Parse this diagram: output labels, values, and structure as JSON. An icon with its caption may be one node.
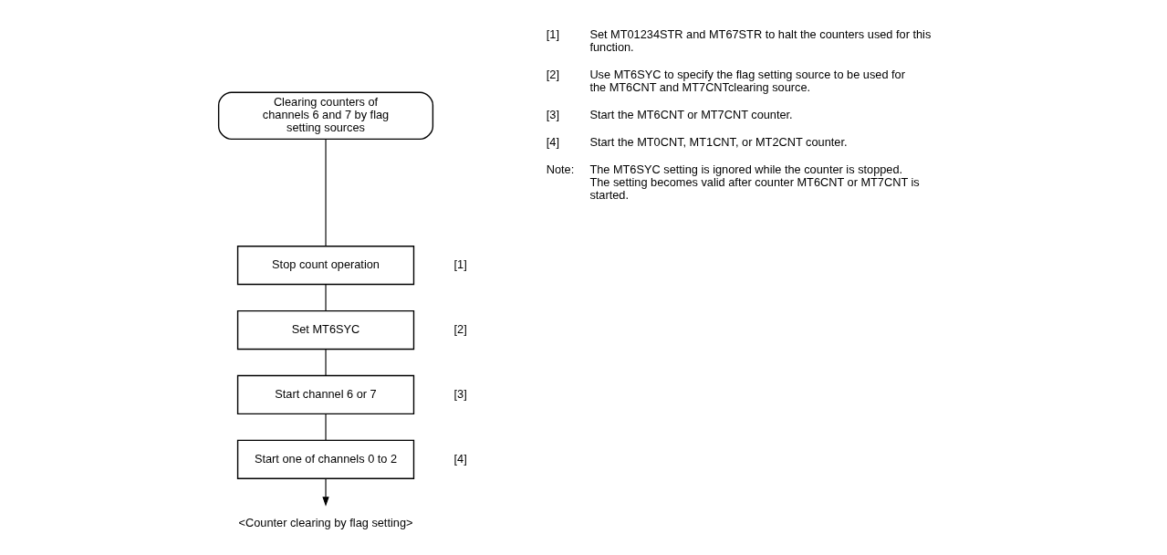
{
  "diagram": {
    "nodes": [
      {
        "text": [
          "Clearing counters of channels 6 and 7 by flag setting sources"
        ]
      },
      {
        "text": [
          "Stop count operation"
        ],
        "beside": [
          "[1]"
        ]
      },
      {
        "text": [
          "Set MT6SYC"
        ],
        "beside": [
          "[2]"
        ]
      },
      {
        "text": [
          "Start channel 6 or 7"
        ],
        "beside": [
          "[3]"
        ]
      },
      {
        "text": [
          "Start one of channels 0 to 2"
        ],
        "beside": [
          "[4]"
        ]
      },
      {
        "text": [
          "<Counter clearing by flag setting>"
        ]
      }
    ],
    "edges": [
      {
        "from": 0,
        "to": 1,
        "arrow": "none"
      },
      {
        "from": 1,
        "to": 2,
        "arrow": "none"
      },
      {
        "from": 2,
        "to": 3,
        "arrow": "none"
      },
      {
        "from": 3,
        "to": 4,
        "arrow": "none"
      },
      {
        "from": 4,
        "to": 5,
        "arrow": "to"
      }
    ],
    "labels": [
      "[1]",
      "Set MT01234STR and MT67STR to halt the counters used for this function.",
      "[2]",
      "Use MT6SYC to specify the flag setting source to be used for the MT6CNT and MT7CNTclearing source.",
      "[3]",
      "Start the MT6CNT or MT7CNT counter.",
      "[4]",
      "Start the MT0CNT, MT1CNT, or MT2CNT counter.",
      "Note:",
      "The MT6SYC setting is ignored while the counter is stopped. The setting becomes valid after counter MT6CNT or MT7CNT is started."
    ]
  }
}
